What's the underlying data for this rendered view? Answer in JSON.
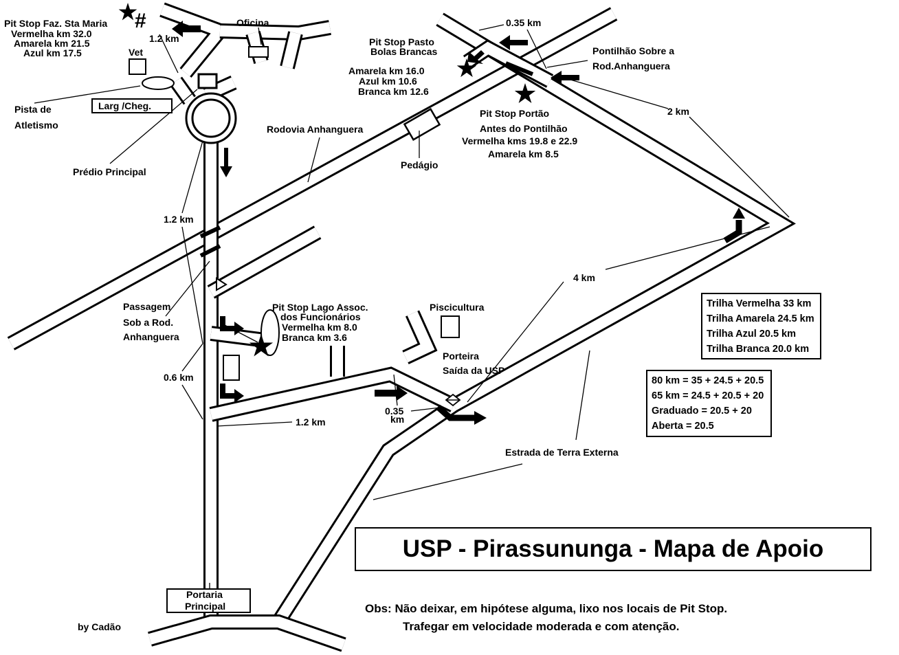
{
  "map": {
    "title": "USP - Pirassununga - Mapa de Apoio",
    "author": "by Cadão",
    "notes": [
      "Obs: Não deixar, em hipótese alguma, lixo nos locais de Pit Stop.",
      "Trafegar em velocidade moderada e com atenção."
    ],
    "places": {
      "oficina": "Oficina",
      "vet": "Vet",
      "pista_line1": "Pista de",
      "pista_line2": "Atletismo",
      "largada": "Larg /Cheg.",
      "predio": "Prédio Principal",
      "rodovia": "Rodovia Anhanguera",
      "pedagio": "Pedágio",
      "passagem_line1": "Passagem",
      "passagem_line2": "Sob a Rod.",
      "passagem_line3": "Anhanguera",
      "piscicultura": "Piscicultura",
      "porteira_line1": "Porteira",
      "porteira_line2": "Saída da USP",
      "estrada": "Estrada de Terra Externa",
      "portaria_line1": "Portaria",
      "portaria_line2": "Principal",
      "pontilhao_line1": "Pontilhão Sobre a",
      "pontilhao_line2": "Rod.Anhanguera"
    },
    "pit_stops": {
      "faz_santa_maria": [
        "Pit Stop Faz. Sta Maria",
        "Vermelha km 32.0",
        "Amarela km 21.5",
        "Azul km 17.5"
      ],
      "pasto_bolas_brancas": [
        "Pit Stop Pasto",
        "Bolas Brancas"
      ],
      "pasto_km": [
        "Amarela km 16.0",
        "Azul km 10.6",
        "Branca km 12.6"
      ],
      "portao": [
        "Pit Stop Portão",
        "Antes do Pontilhão",
        "Vermelha kms 19.8 e 22.9",
        "Amarela km 8.5"
      ],
      "lago": [
        "Pit Stop Lago Assoc.",
        "dos Funcionários",
        "Vermelha km 8.0",
        "Branca km 3.6"
      ],
      "hash_symbol": "#"
    },
    "distances": {
      "d1": "1.2 km",
      "d2": "0.35 km",
      "d3": "2 km",
      "d4": "1.2 km",
      "d5": "4 km",
      "d6": "0.6 km",
      "d7": "1.2 km",
      "d8_line1": "0.35",
      "d8_line2": "km"
    },
    "trails": [
      "Trilha Vermelha 33 km",
      "Trilha Amarela 24.5 km",
      "Trilha Azul 20.5 km",
      "Trilha Branca 20.0 km"
    ],
    "formulas": [
      "80 km = 35 + 24.5 + 20.5",
      "65 km = 24.5 + 20.5 + 20",
      "Graduado = 20.5 + 20",
      "Aberta = 20.5"
    ]
  }
}
